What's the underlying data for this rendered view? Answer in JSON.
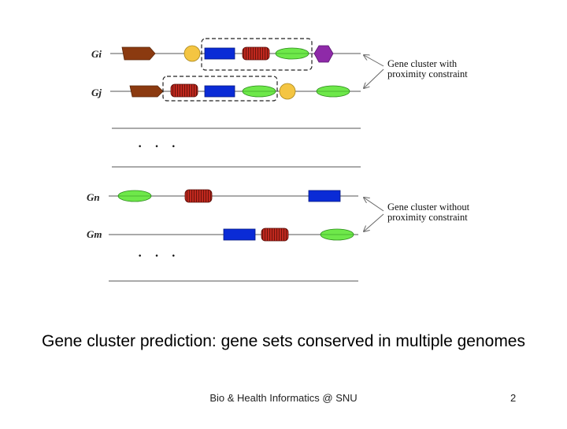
{
  "genomes": [
    {
      "id": "gi",
      "label": "Gi"
    },
    {
      "id": "gj",
      "label": "Gj"
    },
    {
      "id": "gn",
      "label": "Gn"
    },
    {
      "id": "gm",
      "label": "Gm"
    }
  ],
  "annotations": {
    "with_constraint": [
      "Gene cluster with",
      "proximity constraint"
    ],
    "without_constraint": [
      "Gene cluster without",
      "proximity constraint"
    ]
  },
  "ellipsis": "· · ·",
  "colors": {
    "brown": "#8B3A10",
    "yellow": "#F4C542",
    "blue": "#0A2BD6",
    "red": "#C0281E",
    "green": "#6EE84A",
    "purple": "#8E2AA8",
    "line": "#555555"
  },
  "caption": "Gene cluster prediction: gene sets conserved in multiple genomes",
  "footer": "Bio & Health Informatics @ SNU",
  "page_number": "2"
}
